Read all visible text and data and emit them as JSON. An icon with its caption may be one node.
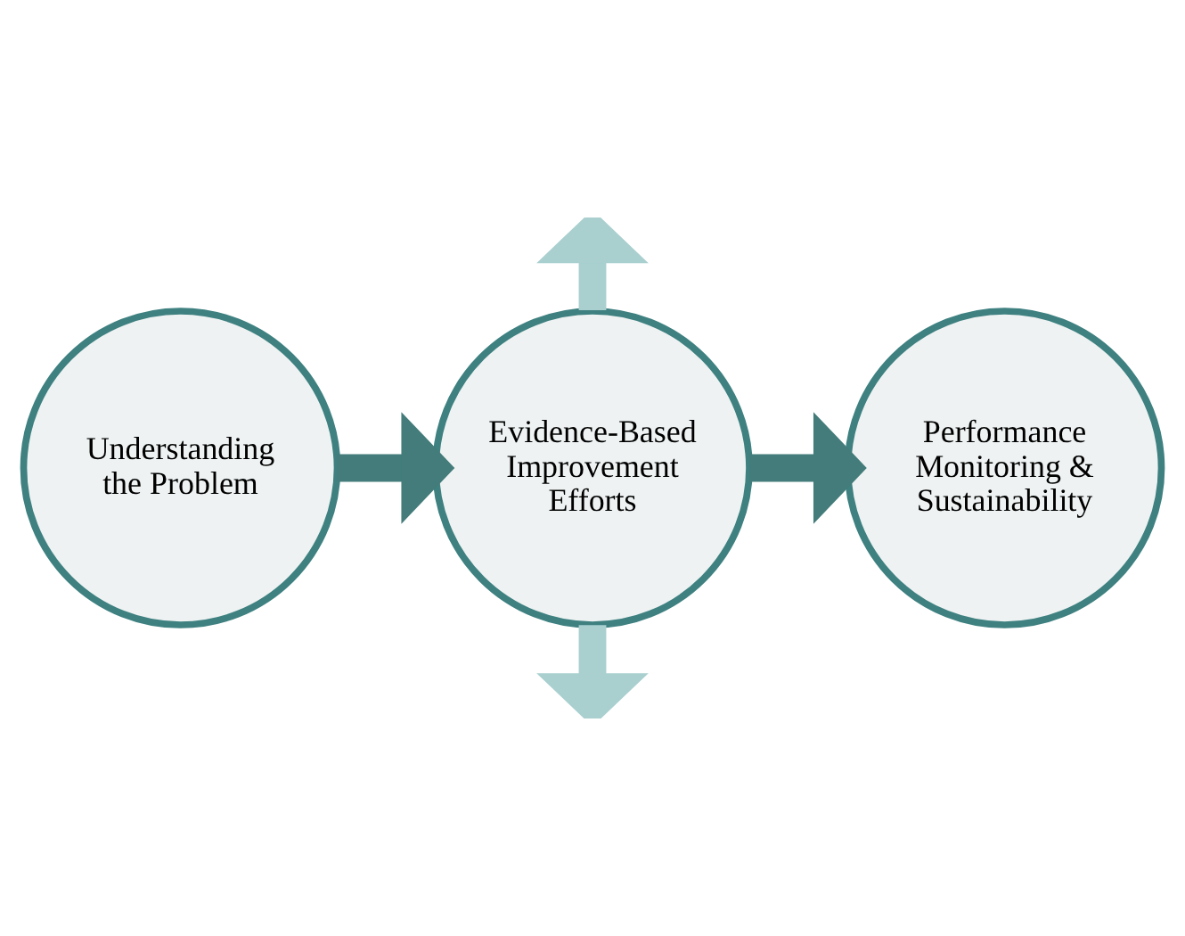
{
  "diagram": {
    "nodes": [
      {
        "text": [
          "Understanding the Problem"
        ]
      },
      {
        "text": [
          "Evidence-Based Improvement Efforts"
        ]
      },
      {
        "text": [
          "Performance Monitoring & Sustainability"
        ]
      }
    ],
    "edges": [
      {
        "from": 0,
        "to": 1,
        "arrow": "to",
        "color": "#437c7a"
      },
      {
        "from": 1,
        "to": 2,
        "arrow": "to",
        "color": "#437c7a"
      },
      {
        "from": 1,
        "to": null,
        "arrow": "to",
        "color": "#a9cfcf"
      },
      {
        "from": 1,
        "to": null,
        "arrow": "to",
        "color": "#a9cfcf"
      }
    ]
  }
}
